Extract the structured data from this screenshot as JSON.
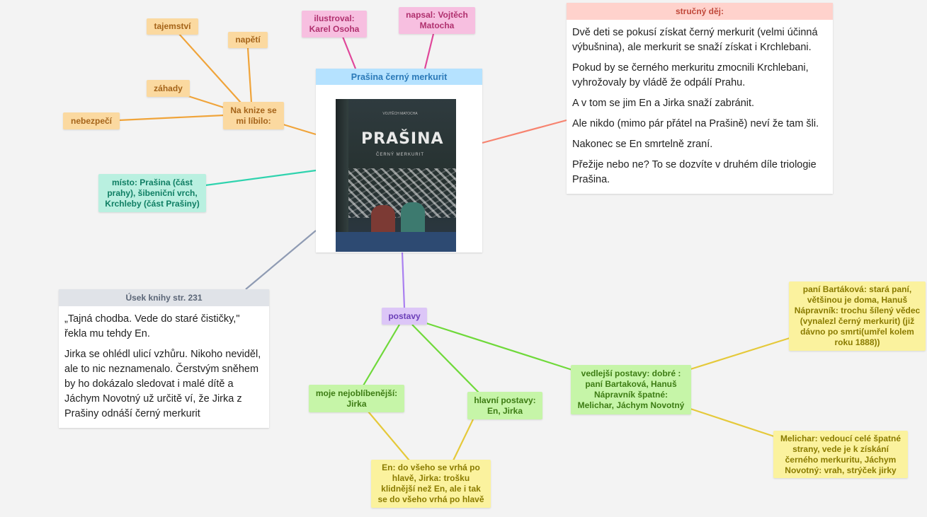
{
  "central": {
    "title": "Prašina černý merkurit",
    "cover": {
      "author": "VOJTĚCH MATOCHA",
      "title": "PRAŠINA",
      "subtitle": "ČERNÝ MERKURIT"
    }
  },
  "nodes": {
    "illustrator": "ilustroval: Karel Osoha",
    "author": "napsal: Vojtěch Matocha",
    "liked": "Na knize se mi líbilo:",
    "secret": "tajemství",
    "tension": "napětí",
    "mystery": "záhady",
    "danger": "nebezpečí",
    "place": "místo: Prašina (část prahy), šibeniční vrch, Krchleby (část Prašiny)",
    "characters": "postavy",
    "least_favorite": "moje nejoblíbenější: Jirka",
    "main_characters": "hlavní postavy: En, Jirka",
    "side_characters": "vedlejší postavy: dobré : paní Bartaková, Hanuš Nápravník špatné: Melichar, Jáchym Novotný",
    "good_desc": "paní Bartáková: stará paní, většinou je doma, Hanuš Nápravník: trochu šílený vědec (vynalezl černý merkurit) (již dávno po smrti(umřel kolem roku 1888))",
    "bad_desc": "Melichar: vedoucí celé špatné strany, vede je k získání černého merkuritu, Jáchym Novotný: vrah, strýček jirky",
    "main_desc": "En: do všeho se vrhá po hlavě, Jirka: trošku klidnější než En, ale i tak se do všeho vrhá po hlavě"
  },
  "plot": {
    "header": "stručný děj:",
    "paragraphs": [
      "Dvě deti se pokusí získat černý merkurit (velmi účinná výbušnina), ale merkurit se snaží získat i Krchlebani.",
      "Pokud by se černého merkuritu zmocnili Krchlebani, vyhrožovaly by vládě že odpálí Prahu.",
      "A v tom se jim En a Jirka snaží zabránit.",
      "Ale nikdo (mimo pár přátel na Prašině) neví že tam šli.",
      "Nakonec se En smrtelně zraní.",
      "Přežije nebo ne? To se dozvíte v druhém díle triologie Prašina."
    ]
  },
  "excerpt": {
    "header": "Úsek knihy str. 231",
    "paragraphs": [
      " „Tajná chodba. Vede do staré čističky,\" řekla mu tehdy En.",
      " Jirka se ohlédl ulicí vzhůru. Nikoho neviděl, ale to nic neznamenalo. Čerstvým sněhem by ho dokázalo sledovat i malé dítě a Jáchym Novotný už určitě ví, že Jirka z Prašiny odnáší černý merkurit"
    ]
  },
  "colors": {
    "orange_link": "#f0a43a",
    "pink_link": "#e0479a",
    "teal_link": "#2fd3ae",
    "salmon_link": "#f7836f",
    "slate_link": "#8f9bb3",
    "purple_link": "#a97ff0",
    "green_link": "#6fd93a",
    "yellow_link": "#e5c93a"
  }
}
